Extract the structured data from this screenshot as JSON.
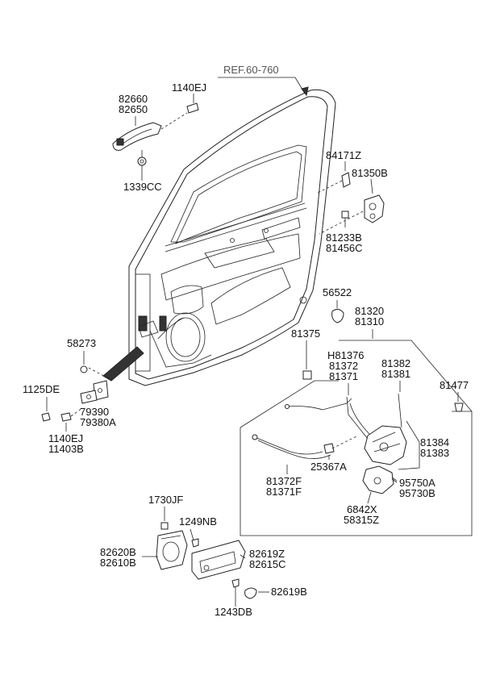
{
  "labels": {
    "ref": "REF.60-760",
    "l_1140ej_top": "1140EJ",
    "l_82660": "82660",
    "l_82650": "82650",
    "l_1339cc": "1339CC",
    "l_84171z": "84171Z",
    "l_81350b": "81350B",
    "l_81233b": "81233B",
    "l_81456c": "81456C",
    "l_56522": "56522",
    "l_81320": "81320",
    "l_81310": "81310",
    "l_81375": "81375",
    "l_h81376": "H81376",
    "l_81372": "81372",
    "l_81371": "81371",
    "l_81382": "81382",
    "l_81381": "81381",
    "l_81477": "81477",
    "l_58273": "58273",
    "l_1125de": "1125DE",
    "l_79390": "79390",
    "l_79380a": "79380A",
    "l_1140ej_bot": "1140EJ",
    "l_11403b": "11403B",
    "l_81384": "81384",
    "l_81383": "81383",
    "l_81372f": "81372F",
    "l_81371f": "81371F",
    "l_25367a": "25367A",
    "l_95750a": "95750A",
    "l_95730b": "95730B",
    "l_6842x": "6842X",
    "l_58315z": "58315Z",
    "l_1730jf": "1730JF",
    "l_1249nb": "1249NB",
    "l_82620b": "82620B",
    "l_82610b": "82610B",
    "l_82619z": "82619Z",
    "l_82615c": "82615C",
    "l_82619b": "82619B",
    "l_1243db": "1243DB"
  }
}
